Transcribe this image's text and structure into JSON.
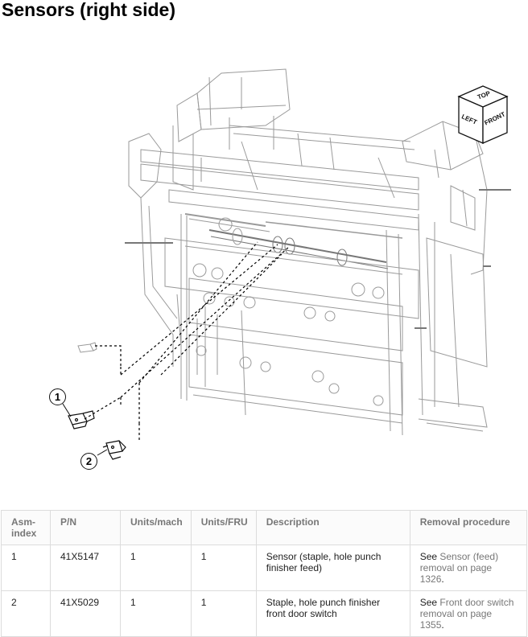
{
  "page_title": "Sensors (right side)",
  "orientation": {
    "top": "TOP",
    "left": "LEFT",
    "front": "FRONT"
  },
  "callouts": [
    "1",
    "2"
  ],
  "table": {
    "headers": [
      "Asm-index",
      "P/N",
      "Units/mach",
      "Units/FRU",
      "Description",
      "Removal procedure"
    ],
    "rows": [
      {
        "asm_index": "1",
        "pn": "41X5147",
        "units_mach": "1",
        "units_fru": "1",
        "description": "Sensor (staple, hole punch finisher feed)",
        "removal_prefix": "See ",
        "removal_link": "Sensor (feed) removal on page 1326",
        "removal_suffix": "."
      },
      {
        "asm_index": "2",
        "pn": "41X5029",
        "units_mach": "1",
        "units_fru": "1",
        "description": "Staple, hole punch finisher front door switch",
        "removal_prefix": "See ",
        "removal_link": "Front door switch removal on page 1355",
        "removal_suffix": "."
      }
    ]
  }
}
